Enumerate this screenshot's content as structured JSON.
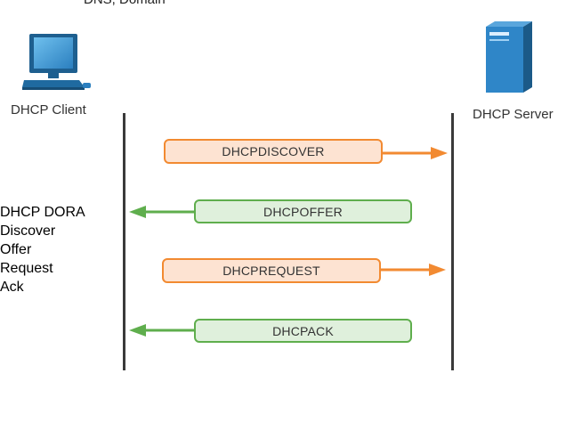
{
  "top_text": "DNS, Domain",
  "client": {
    "label": "DHCP Client",
    "icon": "computer-icon"
  },
  "server": {
    "label": "DHCP Server",
    "icon": "server-icon"
  },
  "messages": [
    {
      "label": "DHCPDISCOVER",
      "direction": "client-to-server",
      "color": "#f28a31"
    },
    {
      "label": "DHCPOFFER",
      "direction": "server-to-client",
      "color": "#5fae4d"
    },
    {
      "label": "DHCPREQUEST",
      "direction": "client-to-server",
      "color": "#f28a31"
    },
    {
      "label": "DHCPACK",
      "direction": "server-to-client",
      "color": "#5fae4d"
    }
  ],
  "notes": [
    "DHCP DORA",
    "Discover",
    "Offer",
    "Request",
    "Ack"
  ]
}
